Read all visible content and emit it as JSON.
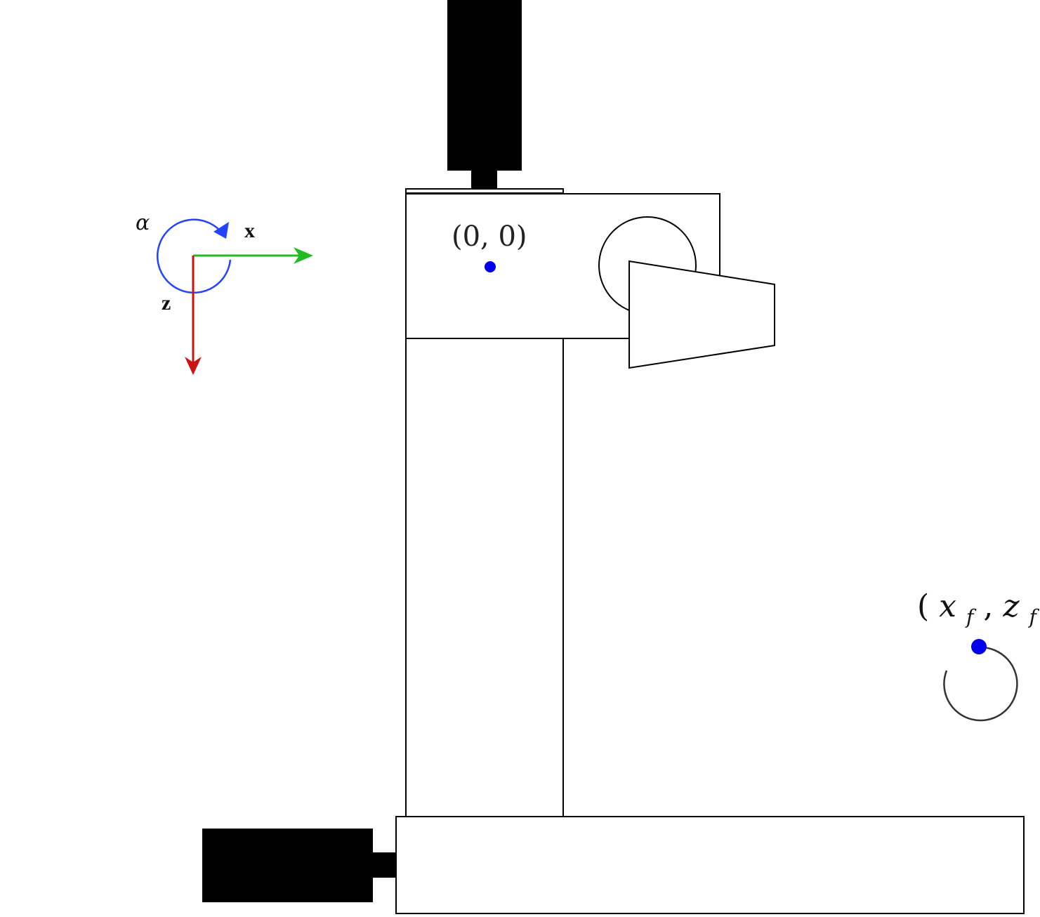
{
  "axes": {
    "x_label": "x",
    "z_label": "z",
    "rotation_label": "α",
    "x_color": "#22bb22",
    "z_color": "#cc1111",
    "rotation_color": "#2244ff"
  },
  "points": {
    "origin": {
      "label": "(0, 0)",
      "color": "#0000ee"
    },
    "final": {
      "paren_open": "(",
      "x_symbol": "x",
      "x_subscript": "f",
      "separator": ",",
      "z_symbol": "z",
      "z_subscript": "f",
      "paren_close": ")",
      "color": "#0000ee"
    }
  },
  "colors": {
    "outline": "#000000",
    "fill_dark": "#000000",
    "background": "#ffffff"
  }
}
